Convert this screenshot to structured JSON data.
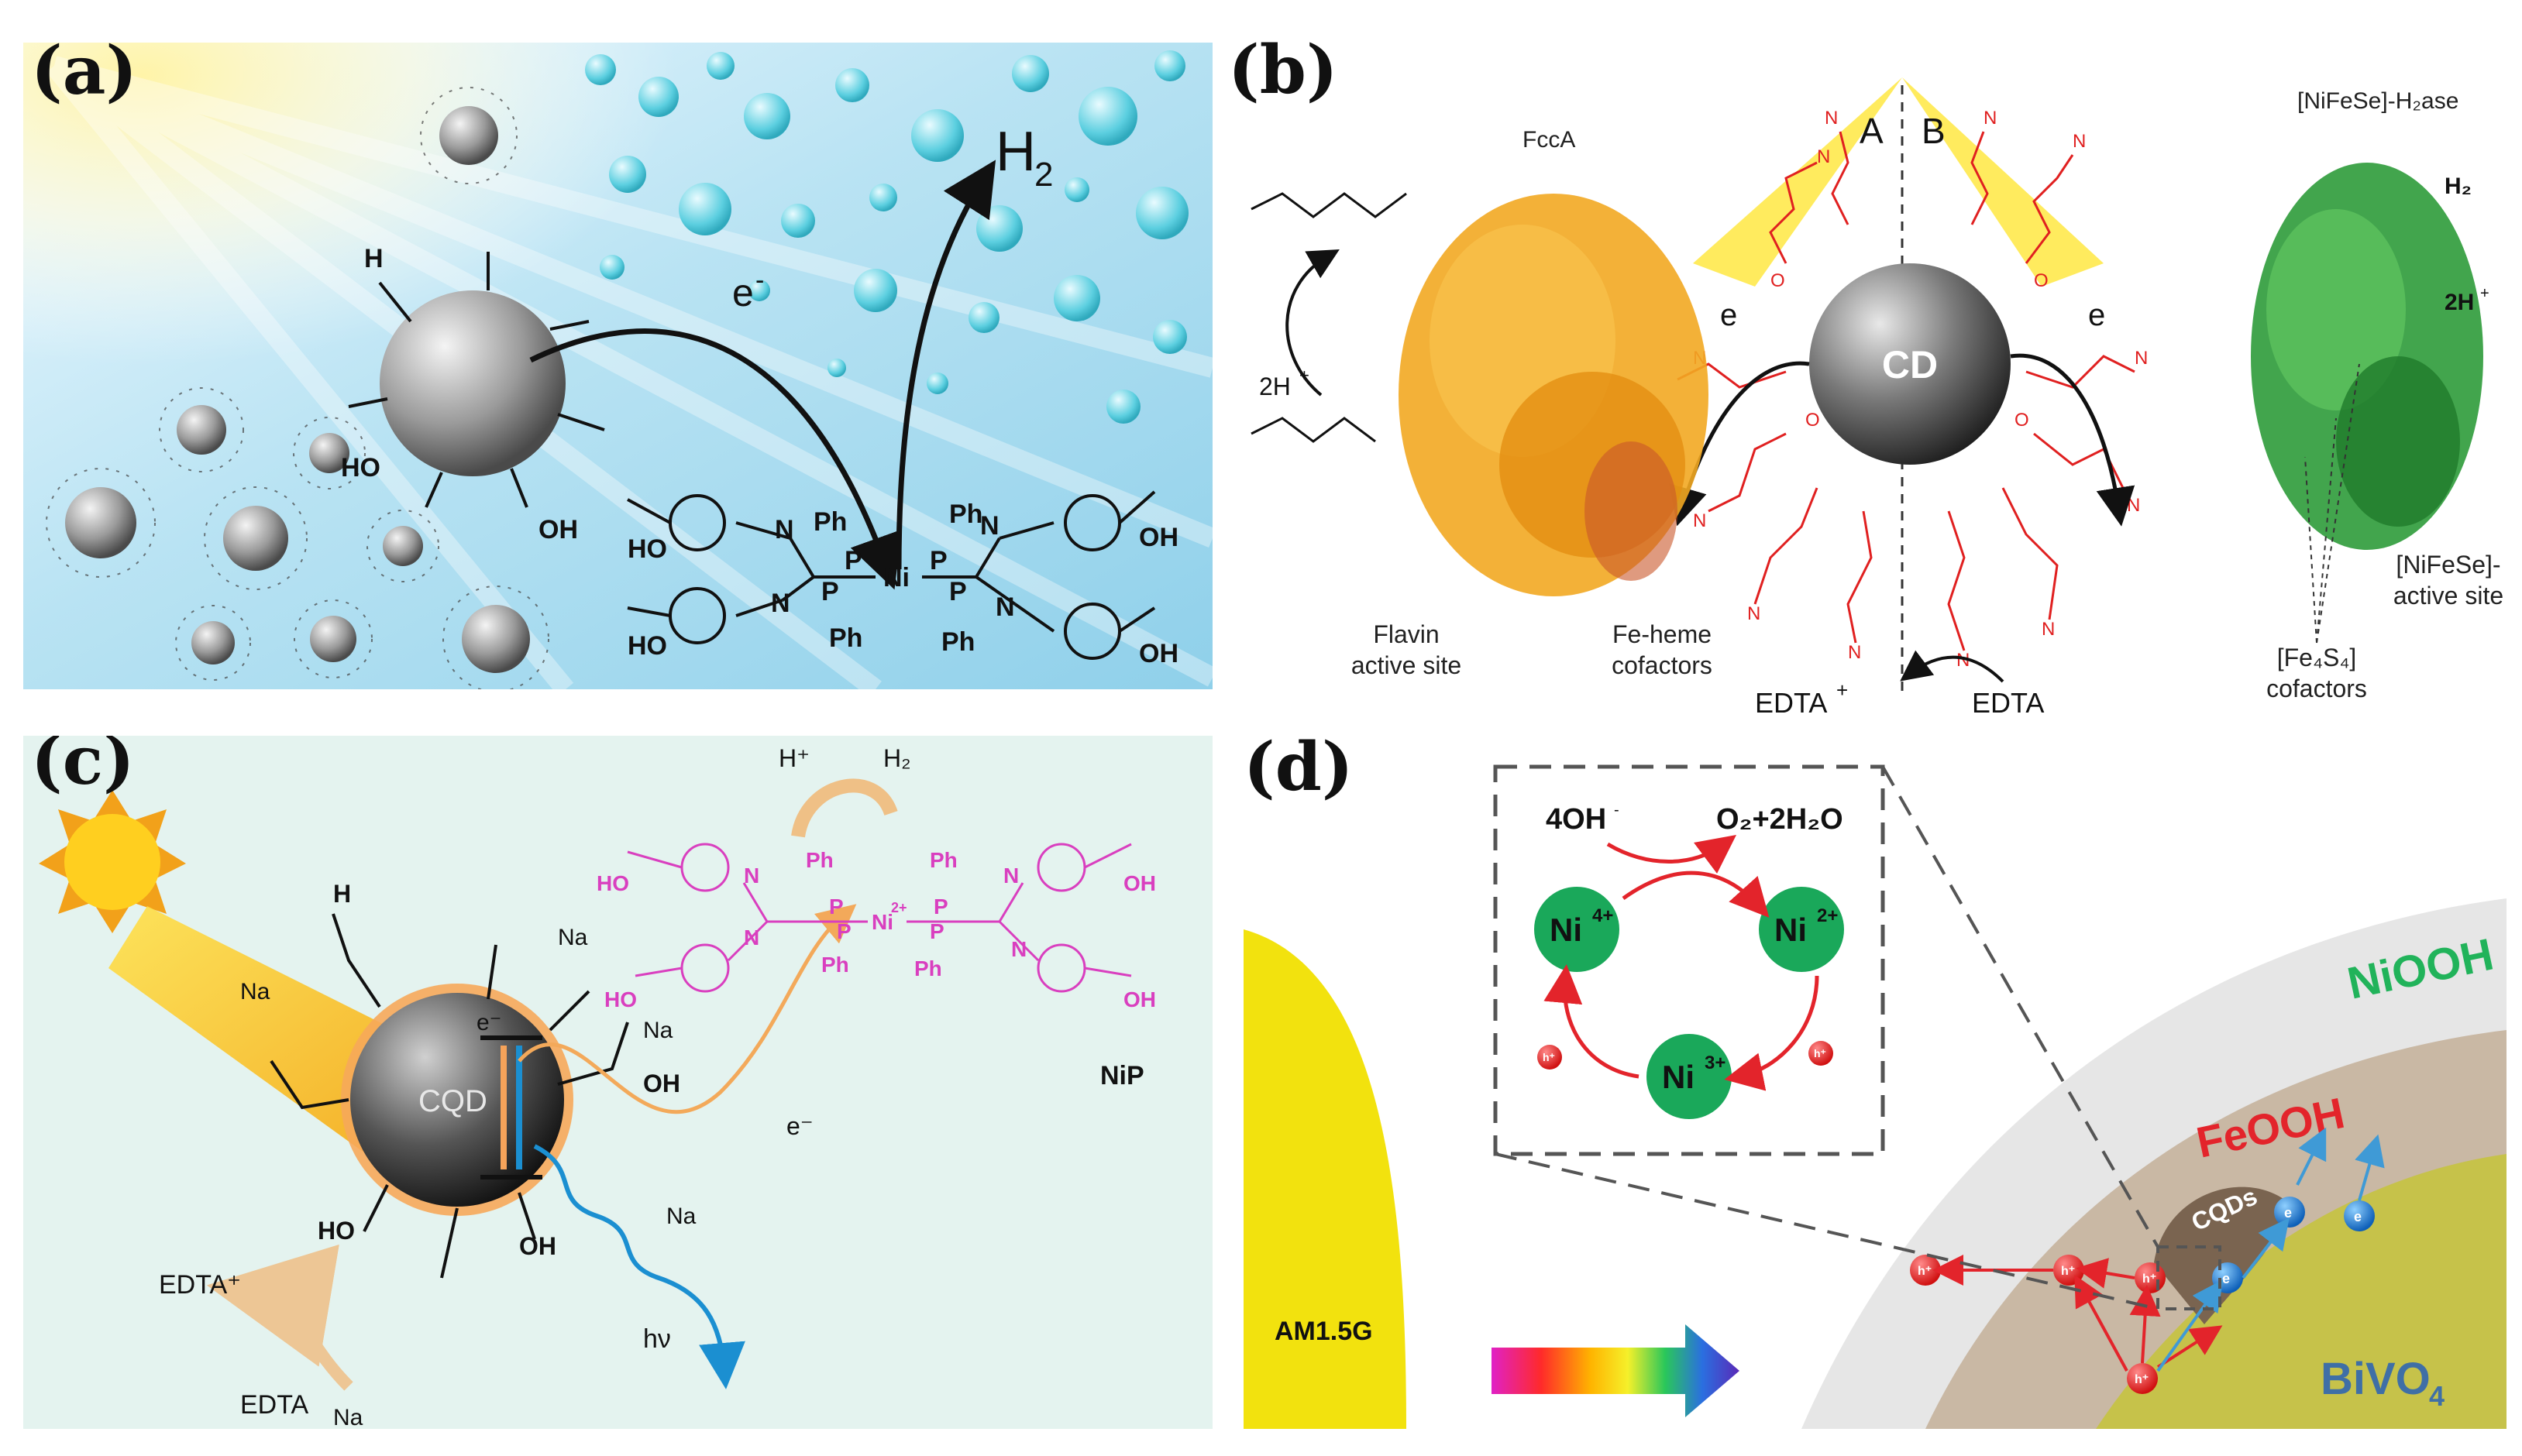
{
  "figure": {
    "panel_a": {
      "label": "(a)",
      "h2": "H",
      "h2_sub": "2",
      "electron": "e",
      "metal": "Ni",
      "ph": "Ph",
      "p": "P",
      "n": "N",
      "oh": "OH",
      "ho": "HO",
      "h": "H"
    },
    "panel_b": {
      "label": "(b)",
      "fcca": "FccA",
      "nifese_h2ase": "[NiFeSe]-H₂ase",
      "side_a": "A",
      "side_b": "B",
      "cd": "CD",
      "electron": "e",
      "protons_left": "2H",
      "protons_right": "2H",
      "h2": "H₂",
      "flavin_line1": "Flavin",
      "flavin_line2": "active site",
      "feheme_line1": "Fe-heme",
      "feheme_line2": "cofactors",
      "edta_plus": "EDTA",
      "edta": "EDTA",
      "nifese_site_line1": "[NiFeSe]-",
      "nifese_site_line2": "active site",
      "fe4s4_line1": "[Fe₄S₄]",
      "fe4s4_line2": "cofactors"
    },
    "panel_c": {
      "label": "(c)",
      "h_plus": "H⁺",
      "h2": "H₂",
      "nip": "NiP",
      "cqd": "CQD",
      "na": "Na",
      "electron": "e⁻",
      "hv": "hν",
      "edta_plus": "EDTA⁺",
      "edta": "EDTA",
      "ni_center": "Ni",
      "ni_charge": "2+",
      "ph": "Ph",
      "p": "P",
      "n": "N",
      "ho": "HO",
      "oh": "OH",
      "h": "H"
    },
    "panel_d": {
      "label": "(d)",
      "oh_reactant": "4OH",
      "o2_product": "O₂+2H₂O",
      "ni4": "Ni",
      "ni4_charge": "4+",
      "ni2": "Ni",
      "ni2_charge": "2+",
      "ni3": "Ni",
      "ni3_charge": "3+",
      "hole": "h⁺",
      "niooh": "NiOOH",
      "feooh": "FeOOH",
      "cqds": "CQDs",
      "bivo4": "BiVO",
      "bivo4_sub": "4",
      "am15g": "AM1.5G",
      "electron": "e"
    },
    "colors": {
      "panel_a_bg": "#a9dcef",
      "panel_c_bg": "#e4f3ef",
      "nip_magenta": "#d93fbf",
      "niooh_green": "#21b35a",
      "feooh_red": "#e3242b",
      "bivo4_blue": "#3f6fa6",
      "sun_yellow": "#ffd21a"
    }
  }
}
